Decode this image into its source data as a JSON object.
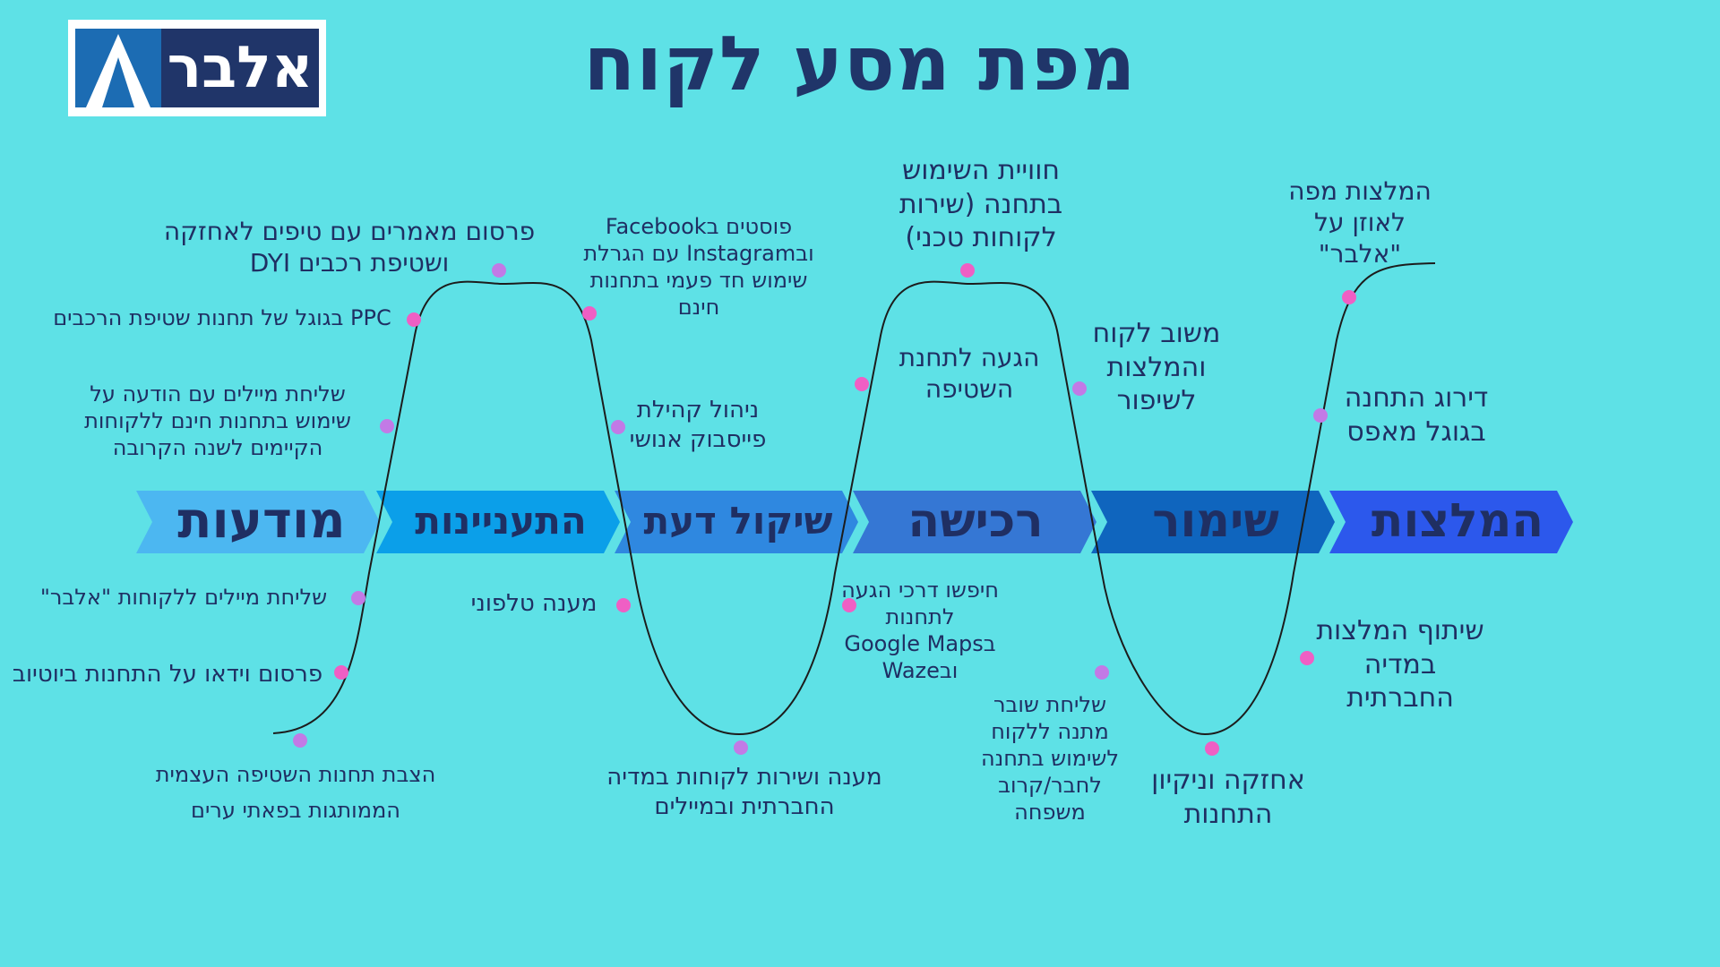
{
  "title": "מפת מסע לקוח",
  "logo": {
    "text": "אלבר",
    "mark_icon": "a-triangle-icon"
  },
  "stages": [
    {
      "label": "מודעות",
      "color": "#4cb7f1",
      "text_color": "#1f2f63"
    },
    {
      "label": "התעניינות",
      "color": "#0b9fe9",
      "text_color": "#1f2f63"
    },
    {
      "label": "שיקול דעת",
      "color": "#2f88e0",
      "text_color": "#1f2f63"
    },
    {
      "label": "רכישה",
      "color": "#3577d4",
      "text_color": "#1f2f63"
    },
    {
      "label": "שימור",
      "color": "#0f65be",
      "text_color": "#1f2f63"
    },
    {
      "label": "המלצות",
      "color": "#2c58ec",
      "text_color": "#1f2f63"
    }
  ],
  "touchpoints": [
    "פרסום מאמרים עם טיפים לאחזקה ושטיפת רכבים DYI",
    "PPC בגוגל של תחנות שטיפת הרכבים",
    "שליחת מיילים עם הודעה על שימוש בתחנות חינם ללקוחות הקיימים לשנה הקרובה",
    "שליחת מיילים ללקוחות \"אלבר\"",
    "פרסום וידאו על התחנות ביוטיוב",
    "הצבת תחנות השטיפה העצמית הממותגות בפאתי ערים",
    "פוסטים בFacebook ובInstagram עם הגרלת שימוש חד פעמי בתחנות חינם",
    "ניהול קהילת פייסבוק אנושי",
    "מענה טלפוני",
    "מענה ושירות לקוחות במדיה החברתית ובמיילים",
    "חוויית השימוש בתחנה (שירות לקוחות טכני)",
    "הגעה לתחנת השטיפה",
    "חיפשו דרכי הגעה לתחנות בGoogle Maps ובWaze",
    "משוב לקוח והמלצות לשיפור",
    "שליחת שובר מתנה ללקוח לשימוש בתחנה לחבר/קרוב משפחה",
    "אחזקה וניקיון התחנות",
    "המלצות מפה לאוזן על \"אלבר\"",
    "דירוג התחנה בגוגל מאפס",
    "שיתוף המלצות במדיה החברתית"
  ],
  "colors": {
    "dot_pink": "#ef5fc4",
    "dot_violet": "#c27ae6",
    "curve": "#1c1c1c"
  }
}
